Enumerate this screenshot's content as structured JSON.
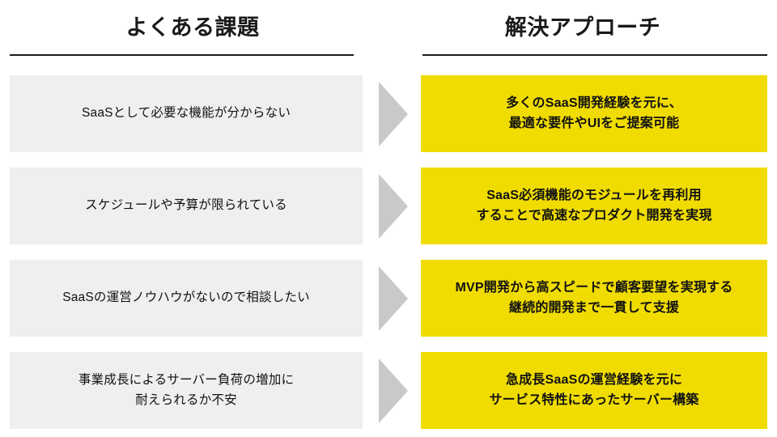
{
  "slide": {
    "columns": {
      "problem": {
        "title": "よくある課題"
      },
      "solution": {
        "title": "解決アプローチ"
      }
    },
    "rows": [
      {
        "problem": "SaaSとして必要な機能が分からない",
        "solution": "多くのSaaS開発経験を元に、\n最適な要件やUIをご提案可能",
        "connector_icon": "right-arrow-icon"
      },
      {
        "problem": "スケジュールや予算が限られている",
        "solution": "SaaS必須機能のモジュールを再利用\nすることで高速なプロダクト開発を実現",
        "connector_icon": "right-arrow-icon"
      },
      {
        "problem": "SaaSの運営ノウハウがないので相談したい",
        "solution": "MVP開発から高スピードで顧客要望を実現する\n継続的開発まで一貫して支援",
        "connector_icon": "right-arrow-icon"
      },
      {
        "problem": "事業成長によるサーバー負荷の増加に\n耐えられるか不安",
        "solution": "急成長SaaSの運営経験を元に\nサービス特性にあったサーバー構築",
        "connector_icon": "right-arrow-icon"
      }
    ],
    "colors": {
      "problem_card_bg": "#efefef",
      "solution_card_bg": "#f0dc00",
      "arrow_fill": "#c9c9c9",
      "rule": "#1c1c1c",
      "text": "#111111",
      "background": "#ffffff"
    }
  }
}
